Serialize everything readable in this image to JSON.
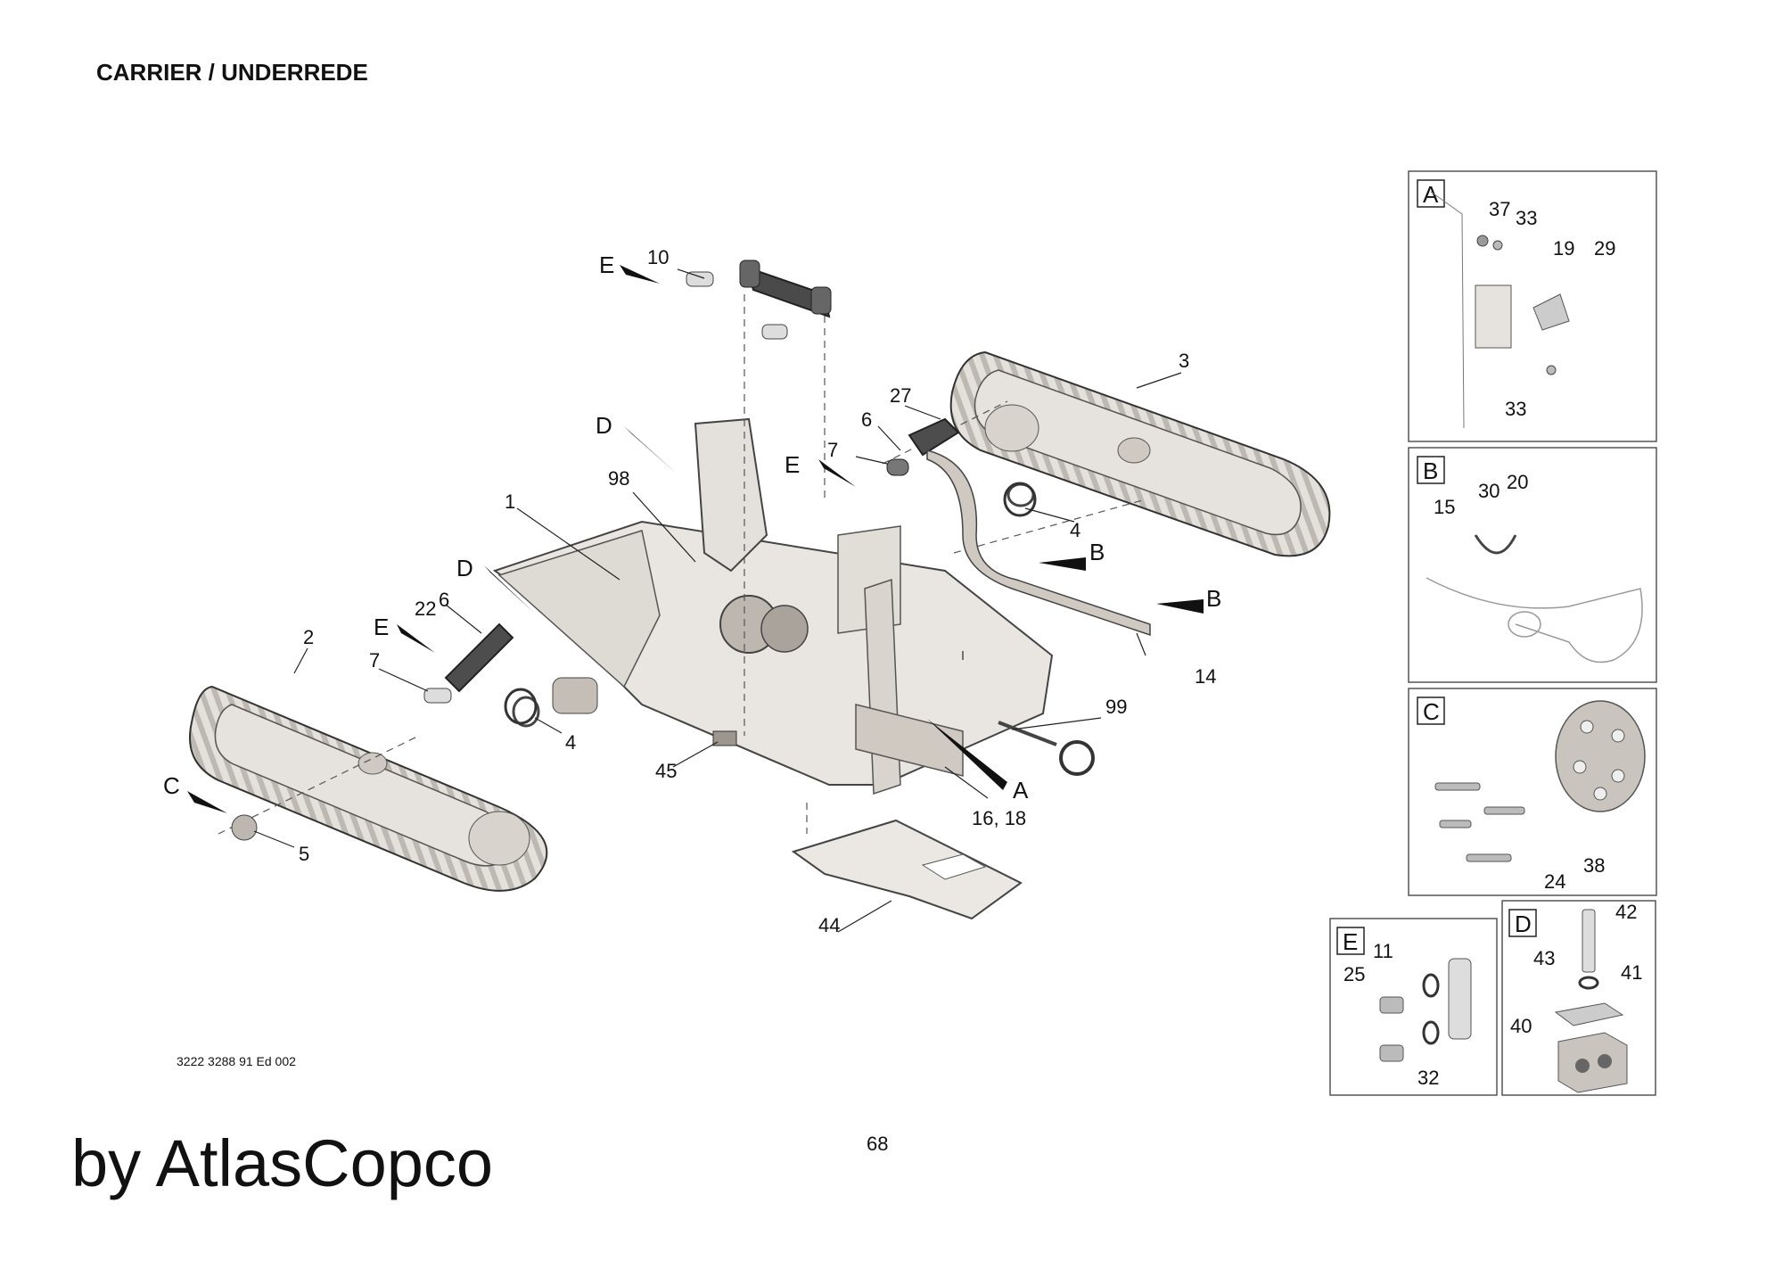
{
  "header": {
    "title": "CARRIER / UNDERREDE"
  },
  "footer": {
    "doc_number": "3222 3288 91 Ed 002",
    "page_number": "68",
    "brand": "by AtlasCopco"
  },
  "callouts": {
    "c1": "1",
    "c2": "2",
    "c3": "3",
    "c4a": "4",
    "c4b": "4",
    "c5": "5",
    "c6a": "6",
    "c6b": "6",
    "c7a": "7",
    "c7b": "7",
    "c10": "10",
    "c14": "14",
    "c16_18": "16, 18",
    "c22": "22",
    "c27": "27",
    "c44": "44",
    "c45": "45",
    "c98": "98",
    "c99": "99"
  },
  "view_markers": {
    "e1": "E",
    "e2": "E",
    "e3": "E",
    "d1": "D",
    "d2": "D",
    "b1": "B",
    "b2": "B",
    "a1": "A",
    "c1": "C"
  },
  "panels": {
    "A": {
      "letter": "A",
      "labels": [
        "37",
        "33",
        "19",
        "29",
        "33"
      ]
    },
    "B": {
      "letter": "B",
      "labels": [
        "15",
        "30",
        "20"
      ]
    },
    "C": {
      "letter": "C",
      "labels": [
        "24",
        "38"
      ]
    },
    "E": {
      "letter": "E",
      "labels": [
        "11",
        "25",
        "32"
      ]
    },
    "D": {
      "letter": "D",
      "labels": [
        "42",
        "43",
        "41",
        "40"
      ]
    }
  }
}
